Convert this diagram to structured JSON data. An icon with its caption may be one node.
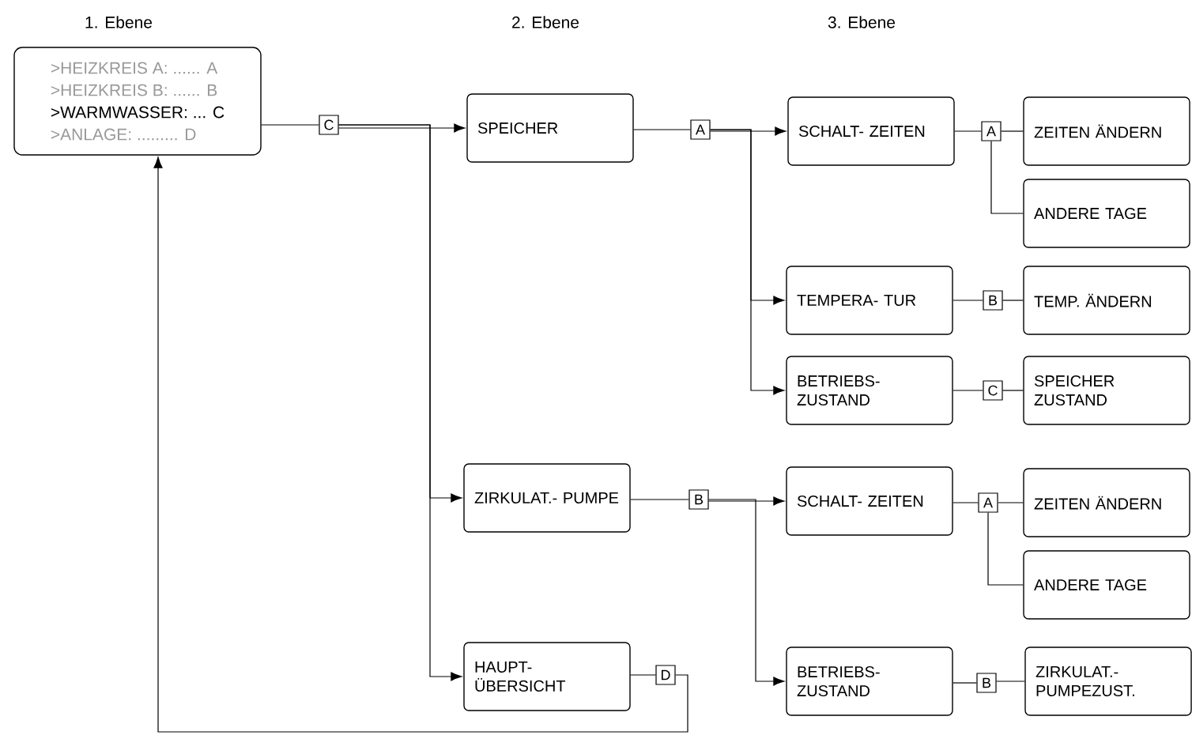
{
  "diagram": {
    "nodes": [
      {
        "text": [
          ">HEIZKREIS A: ...... A",
          ">HEIZKREIS B: ...... B",
          ">WARMWASSER: ... C",
          ">ANLAGE: ......... D"
        ]
      },
      {
        "text": [
          "C"
        ]
      },
      {
        "text": [
          "SPEICHER"
        ]
      },
      {
        "text": [
          "A"
        ]
      },
      {
        "text": [
          "SCHALT- ZEITEN"
        ]
      },
      {
        "text": [
          "A"
        ]
      },
      {
        "text": [
          "ZEITEN ÄNDERN"
        ]
      },
      {
        "text": [
          "ANDERE TAGE"
        ]
      },
      {
        "text": [
          "TEMPERA- TUR"
        ]
      },
      {
        "text": [
          "B"
        ]
      },
      {
        "text": [
          "TEMP. ÄNDERN"
        ]
      },
      {
        "text": [
          "BETRIEBS- ZUSTAND"
        ]
      },
      {
        "text": [
          "C"
        ]
      },
      {
        "text": [
          "SPEICHER ZUSTAND"
        ]
      },
      {
        "text": [
          "ZIRKULAT.- PUMPE"
        ]
      },
      {
        "text": [
          "B"
        ]
      },
      {
        "text": [
          "SCHALT- ZEITEN"
        ]
      },
      {
        "text": [
          "A"
        ]
      },
      {
        "text": [
          "ZEITEN ÄNDERN"
        ]
      },
      {
        "text": [
          "ANDERE TAGE"
        ]
      },
      {
        "text": [
          "BETRIEBS- ZUSTAND"
        ]
      },
      {
        "text": [
          "B"
        ]
      },
      {
        "text": [
          "ZIRKULAT.- PUMPEZUST."
        ]
      },
      {
        "text": [
          "HAUPT- ÜBERSICHT"
        ]
      },
      {
        "text": [
          "D"
        ]
      }
    ],
    "edges": [
      {
        "from": 0,
        "to": 1,
        "arrow": "none"
      },
      {
        "from": 1,
        "to": 2,
        "arrow": "to"
      },
      {
        "from": 1,
        "to": 14,
        "arrow": "to"
      },
      {
        "from": 1,
        "to": 23,
        "arrow": "to"
      },
      {
        "from": 2,
        "to": 3,
        "arrow": "none"
      },
      {
        "from": 3,
        "to": 4,
        "arrow": "to"
      },
      {
        "from": 3,
        "to": 8,
        "arrow": "to"
      },
      {
        "from": 3,
        "to": 11,
        "arrow": "to"
      },
      {
        "from": 4,
        "to": 5,
        "arrow": "none"
      },
      {
        "from": 5,
        "to": 6,
        "arrow": "none"
      },
      {
        "from": 5,
        "to": 7,
        "arrow": "none"
      },
      {
        "from": 8,
        "to": 9,
        "arrow": "none"
      },
      {
        "from": 9,
        "to": 10,
        "arrow": "none"
      },
      {
        "from": 11,
        "to": 12,
        "arrow": "none"
      },
      {
        "from": 12,
        "to": 13,
        "arrow": "none"
      },
      {
        "from": 14,
        "to": 15,
        "arrow": "none"
      },
      {
        "from": 15,
        "to": 16,
        "arrow": "to"
      },
      {
        "from": 15,
        "to": 20,
        "arrow": "to"
      },
      {
        "from": 16,
        "to": 17,
        "arrow": "none"
      },
      {
        "from": 17,
        "to": 18,
        "arrow": "none"
      },
      {
        "from": 17,
        "to": 19,
        "arrow": "none"
      },
      {
        "from": 20,
        "to": 21,
        "arrow": "none"
      },
      {
        "from": 21,
        "to": 22,
        "arrow": "none"
      },
      {
        "from": 23,
        "to": 24,
        "arrow": "none"
      },
      {
        "from": 24,
        "to": 0,
        "arrow": "to"
      }
    ],
    "labels": [
      "1. Ebene",
      "2. Ebene",
      "3. Ebene"
    ]
  }
}
